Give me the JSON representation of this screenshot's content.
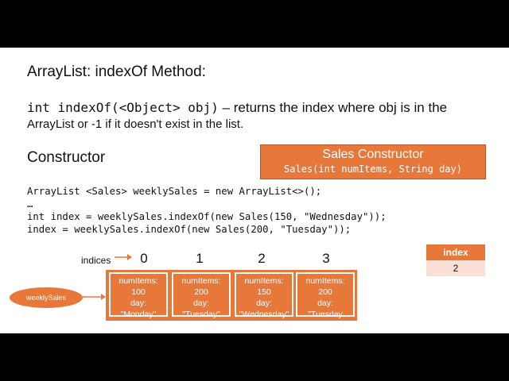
{
  "slide": {
    "title": "ArrayList: indexOf Method:",
    "signature_code": "int indexOf(<Object> obj)",
    "signature_desc": " – returns the index where obj is in the",
    "signature_desc2": "ArrayList or -1 if it doesn't exist in the list.",
    "constructor_heading": "Constructor",
    "sales_constructor": {
      "title": "Sales Constructor",
      "code": "Sales(int numItems, String day)"
    },
    "code_lines": [
      "ArrayList <Sales> weeklySales = new ArrayList<>();",
      "…",
      "int index = weeklySales.indexOf(new Sales(150, \"Wednesday\"));",
      "index = weeklySales.indexOf(new Sales(200, \"Tuesday\"));"
    ],
    "index_table": {
      "header": "index",
      "value": "2"
    },
    "indices_label": "indices",
    "indices": [
      "0",
      "1",
      "2",
      "3"
    ],
    "variable_name": "weeklySales",
    "cells": [
      {
        "label1": "numItems:",
        "num": "100",
        "label2": "day:",
        "day": "\"Monday\""
      },
      {
        "label1": "numItems:",
        "num": "200",
        "label2": "day:",
        "day": "\"Tuesday\""
      },
      {
        "label1": "numItems:",
        "num": "150",
        "label2": "day:",
        "day": "\"Wednesday\""
      },
      {
        "label1": "numItems:",
        "num": "200",
        "label2": "day:",
        "day": "\"Tuesday"
      }
    ],
    "colors": {
      "accent": "#e8773a",
      "accent_light": "#fbe0d6"
    }
  }
}
